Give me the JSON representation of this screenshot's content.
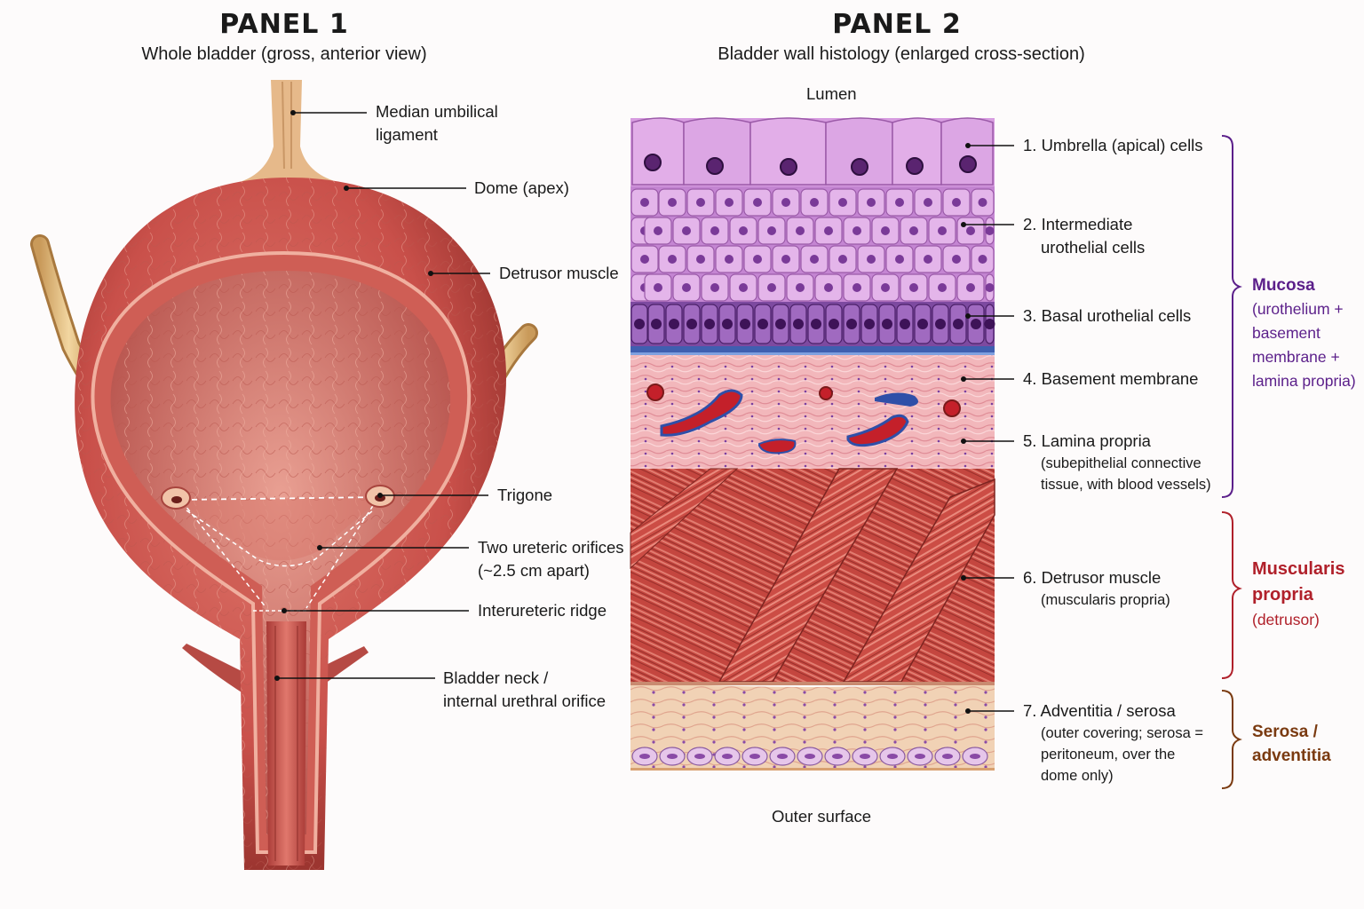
{
  "panel1": {
    "title": "PANEL 1",
    "subtitle": "Whole bladder (gross, anterior view)",
    "labels": {
      "umbilical_1": "Median umbilical",
      "umbilical_2": "ligament",
      "dome": "Dome (apex)",
      "detrusor": "Detrusor muscle",
      "trigone": "Trigone",
      "ureteric_1": "Two ureteric orifices",
      "ureteric_2": "(~2.5 cm apart)",
      "ridge": "Interureteric ridge",
      "neck_1": "Bladder neck /",
      "neck_2": "internal urethral orifice"
    }
  },
  "panel2": {
    "title": "PANEL 2",
    "subtitle": "Bladder wall histology  (enlarged cross-section)",
    "lumen": "Lumen",
    "outer": "Outer surface",
    "layers": {
      "l1": "1. Umbrella (apical) cells",
      "l2a": "2. Intermediate",
      "l2b": "urothelial cells",
      "l3": "3. Basal urothelial cells",
      "l4": "4. Basement membrane",
      "l5": "5. Lamina propria",
      "l5b": "(subepithelial connective",
      "l5c": "tissue, with blood vessels)",
      "l6": "6. Detrusor muscle",
      "l6b": "(muscularis propria)",
      "l7": "7. Adventitia / serosa",
      "l7b": "(outer covering; serosa =",
      "l7c": "peritoneum, over the",
      "l7d": "dome only)"
    },
    "groups": {
      "mucosa_title": "Mucosa",
      "mucosa_1": "(urothelium +",
      "mucosa_2": "basement",
      "mucosa_3": "membrane +",
      "mucosa_4": "lamina propria)",
      "muscularis_1": "Muscularis",
      "muscularis_2": "propria",
      "muscularis_3": "(detrusor)",
      "serosa_1": "Serosa /",
      "serosa_2": "adventitia"
    }
  },
  "colors": {
    "mucosa": "#5b1f8a",
    "muscularis": "#b0202a",
    "serosa": "#7a3a10",
    "bladder": "#c9504a",
    "urothelium": "#c98ad6"
  }
}
